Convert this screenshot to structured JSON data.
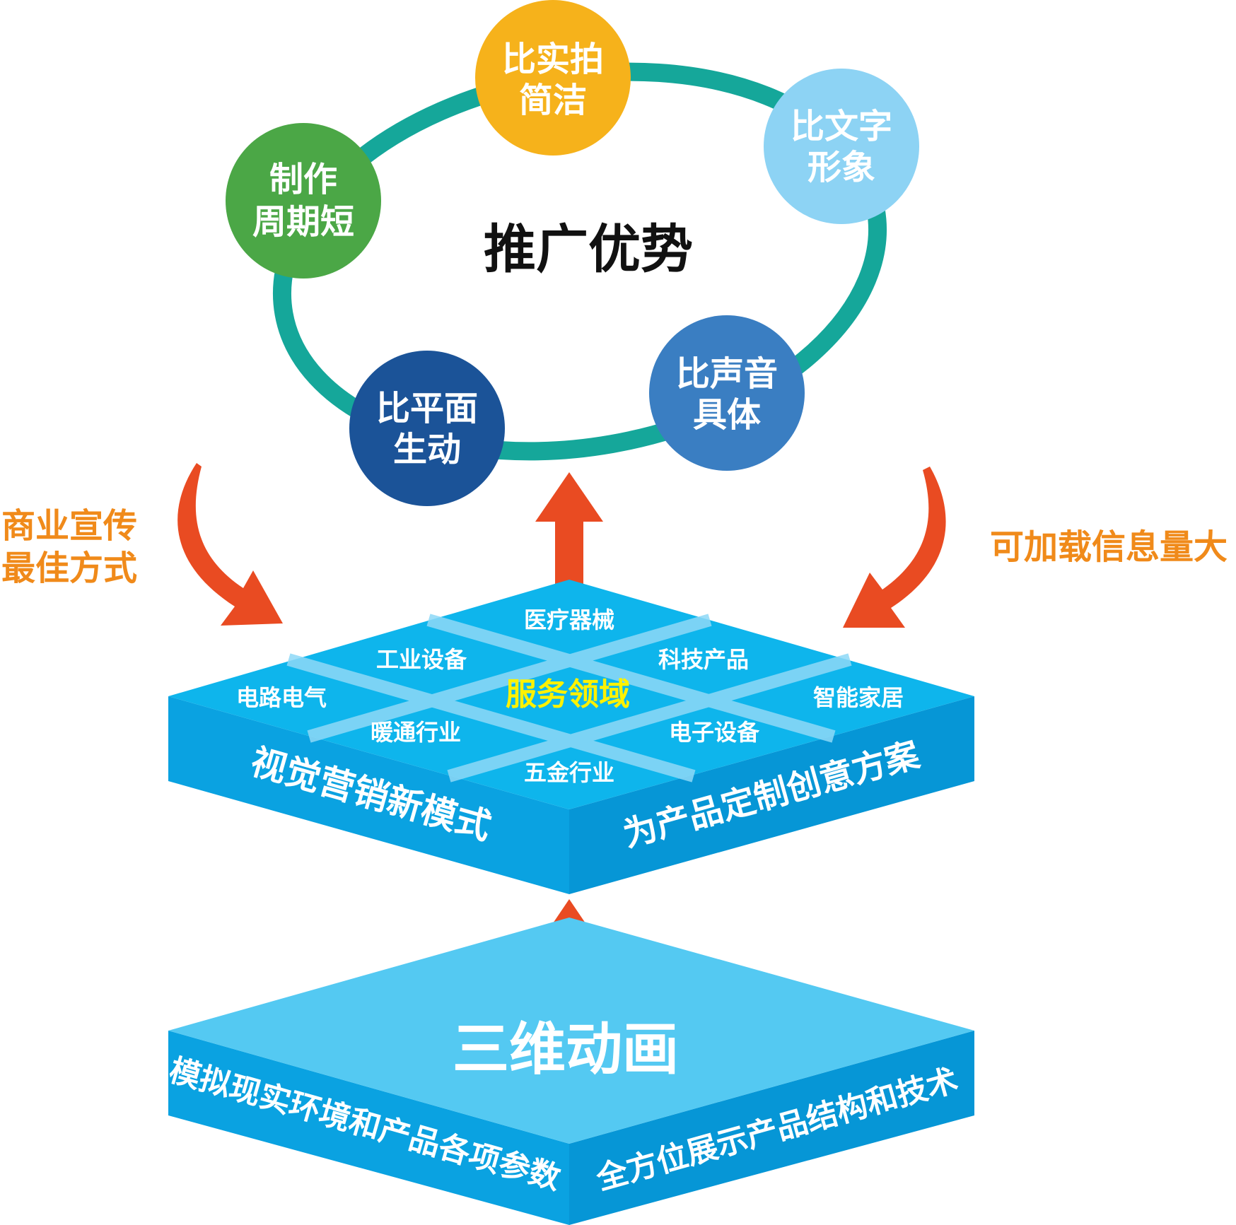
{
  "center_title": "推广优势",
  "advantages": [
    {
      "line1": "制作",
      "line2": "周期短",
      "color": "#4BA746"
    },
    {
      "line1": "比实拍",
      "line2": "简洁",
      "color": "#F6B21B"
    },
    {
      "line1": "比文字",
      "line2": "形象",
      "color": "#8DD3F4"
    },
    {
      "line1": "比声音",
      "line2": "具体",
      "color": "#3A7EC2"
    },
    {
      "line1": "比平面",
      "line2": "生动",
      "color": "#1B5398"
    }
  ],
  "ring_color": "#15A79A",
  "left_caption": {
    "line1": "商业宣传",
    "line2": "最佳方式"
  },
  "right_caption": "可加载信息量大",
  "service_platform": {
    "center": "服务领域",
    "fields": [
      "医疗器械",
      "工业设备",
      "科技产品",
      "电路电气",
      "智能家居",
      "暖通行业",
      "电子设备",
      "五金行业"
    ],
    "left_face": "视觉营销新模式",
    "right_face": "为产品定制创意方案"
  },
  "base_platform": {
    "title": "三维动画",
    "left_face": "模拟现实环境和产品各项参数",
    "right_face": "全方位展示产品结构和技术"
  },
  "colors": {
    "arrow": "#E94B22",
    "caption": "#F08A1A",
    "platform_top": "#0EB5EC",
    "platform_face": "#0AA2E1",
    "highlight": "#FFF200"
  }
}
